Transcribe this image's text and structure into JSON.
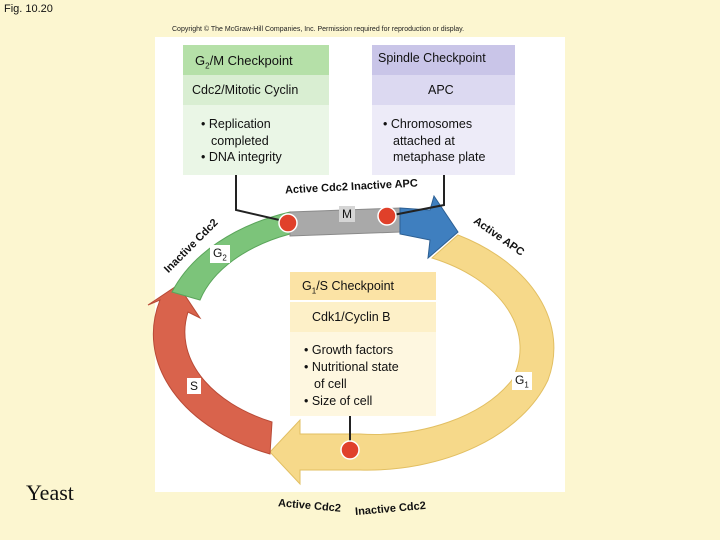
{
  "figure_label": "Fig. 10.20",
  "copyright": "Copyright © The McGraw-Hill Companies, Inc. Permission required for reproduction or display.",
  "g2m_checkpoint": {
    "title_prefix": "G",
    "title_sub": "2",
    "title_rest": "/M Checkpoint",
    "regulator": "Cdc2/Mitotic Cyclin",
    "conditions": [
      "• Replication",
      "completed",
      "• DNA integrity"
    ]
  },
  "spindle_checkpoint": {
    "title": "Spindle Checkpoint",
    "regulator": "APC",
    "conditions": [
      "• Chromosomes",
      "attached at",
      "metaphase plate"
    ]
  },
  "g1s_checkpoint": {
    "title_prefix": "G",
    "title_sub": "1",
    "title_rest": "/S Checkpoint",
    "regulator": "Cdk1/Cyclin B",
    "conditions": [
      "• Growth factors",
      "• Nutritional state",
      "of cell",
      "• Size of cell"
    ]
  },
  "stages": {
    "m": "M",
    "g2_main": "G",
    "g2_sub": "2",
    "s": "S",
    "g1_main": "G",
    "g1_sub": "1"
  },
  "transition_labels": {
    "top": "Active Cdc2 Inactive APC",
    "right": "Active APC",
    "left": "Inactive Cdc2",
    "bottom_active": "Active Cdc2",
    "bottom_inactive": "Inactive Cdc2"
  },
  "organism": "Yeast",
  "colors": {
    "background": "#fcf6d0",
    "g1_arrow": "#f6d98a",
    "s_arrow": "#d9634c",
    "g2_arrow": "#7cc47a",
    "m_arrow": "#a9a9a9",
    "m_tip_arrow": "#3f7fbf",
    "checkpoint_dot": "#e0402a"
  }
}
